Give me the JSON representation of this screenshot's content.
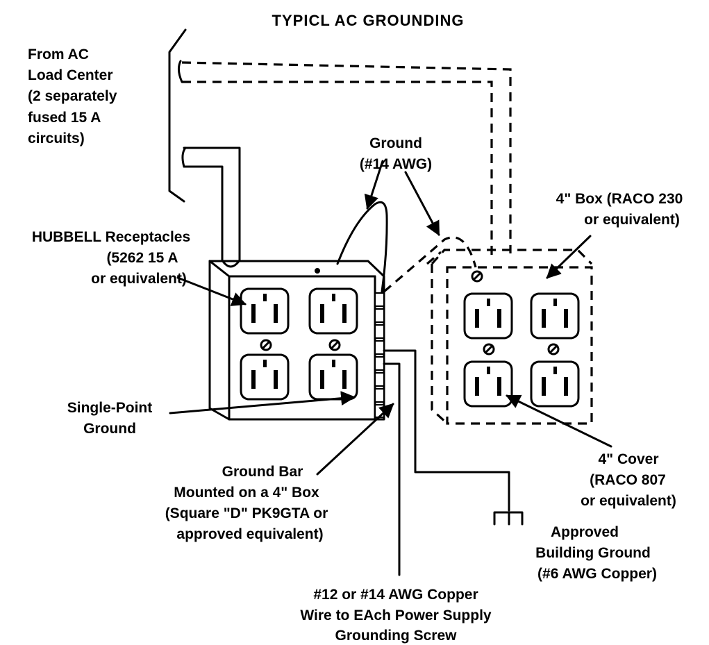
{
  "title": "TYPICL AC GROUNDING",
  "labels": {
    "from_ac": [
      "From AC",
      "Load Center",
      "(2 separately",
      "fused 15 A",
      "circuits)"
    ],
    "ground_14": [
      "Ground",
      "(#14 AWG)"
    ],
    "box_raco": [
      "4\" Box (RACO 230",
      "or equivalent)"
    ],
    "hubbell": [
      "HUBBELL Receptacles",
      "(5262 15 A",
      "or equivalent)"
    ],
    "single_point": [
      "Single-Point",
      "Ground"
    ],
    "ground_bar": [
      "Ground Bar",
      "Mounted on a 4\" Box",
      "(Square \"D\" PK9GTA or",
      "approved  equivalent)"
    ],
    "cover": [
      "4\" Cover",
      "(RACO  807",
      "or equivalent)"
    ],
    "building_ground": [
      "Approved",
      "Building Ground",
      "(#6 AWG Copper)"
    ],
    "copper_wire": [
      "#12 or #14 AWG Copper",
      "Wire to EAch Power Supply",
      "Grounding  Screw"
    ]
  },
  "colors": {
    "ink": "#000000",
    "paper": "#ffffff"
  }
}
